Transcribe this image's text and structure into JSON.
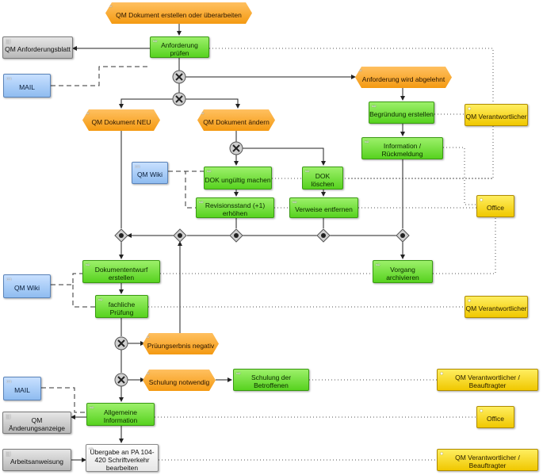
{
  "events": {
    "start": "QM Dokument erstellen oder überarbeiten",
    "rejected": "Anforderung wird abgelehnt",
    "neu": "QM Dokument NEU",
    "aendern": "QM Dokument ändern",
    "negativ": "Prüungserbnis negativ",
    "schulung": "Schulung notwendig"
  },
  "functions": {
    "anforderung_pruefen": "Anforderung prüfen",
    "begruendung": "Begründung erstellen",
    "information": "Information / Rückmeldung",
    "dok_ungueltig": "DOK ungültig machen",
    "dok_loeschen": "DOK löschen",
    "revisionsstand": "Revisionsstand (+1) erhöhen",
    "verweise": "Verweise entfernen",
    "entwurf": "Dokumententwurf erstellen",
    "archivieren": "Vorgang archivieren",
    "fachliche_pruefung": "fachliche Prüfung",
    "schulung_betroffenen": "Schulung der Betroffenen",
    "allgemeine_info": "Allgemeine Information",
    "uebergabe": "Übergabe an PA 104-420 Schriftverkehr bearbeiten"
  },
  "orgs": {
    "qm_verantw_1": "QM Verantwortlicher",
    "office_1": "Office",
    "qm_verantw_2": "QM Verantwortlicher",
    "qm_beauftr_1": "QM Verantwortlicher / Beauftragter",
    "office_2": "Office",
    "qm_beauftr_2": "QM Verantwortlicher / Beauftragter"
  },
  "systems": {
    "mail_1": "MAIL",
    "qm_wiki_1": "QM Wiki",
    "qm_wiki_2": "QM Wiki",
    "mail_2": "MAIL"
  },
  "documents": {
    "anforderungsblatt": "QM Anforderungsblatt",
    "aenderungsanzeige": "QM Änderungsanzeige",
    "arbeitsanweisung": "Arbeitsanweisung"
  },
  "colors": {
    "function": "#57d21f",
    "event": "#f49a12",
    "org_unit": "#f0c800",
    "system": "#8fbcf0",
    "document": "#b8b8b8"
  }
}
